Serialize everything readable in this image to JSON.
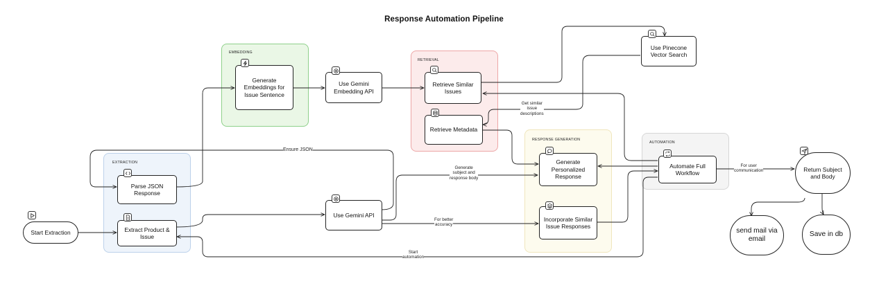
{
  "title": "Response Automation Pipeline",
  "groups": {
    "embedding": "EMBEDDING",
    "retrieval": "RETRIEVAL",
    "extraction": "EXTRACTION",
    "response_generation": "RESPONSE GENERATION",
    "automation": "AUTOMATION"
  },
  "nodes": {
    "start_extraction": "Start Extraction",
    "extract_product": "Extract Product & Issue",
    "parse_json": "Parse JSON Response",
    "generate_embeddings": "Generate Embeddings for Issue Sentence",
    "use_gemini_embedding": "Use Gemini Embedding API",
    "retrieve_similar": "Retrieve Similar Issues",
    "retrieve_metadata": "Retrieve Metadata",
    "pinecone": "Use Pinecone Vector Search",
    "use_gemini_api": "Use Gemini API",
    "generate_personalized": "Generate Personalized Response",
    "incorporate_similar": "Incorporate Similar Issue Responses",
    "automate_workflow": "Automate Full Workflow",
    "return_subject": "Return Subject and Body",
    "send_mail": "send mail via email",
    "save_db": "Save in db"
  },
  "edge_labels": {
    "ensure_json": "Ensure JSON",
    "get_similar_1": "Get similar",
    "get_similar_2": "issue",
    "get_similar_3": "descriptions",
    "gen_subject_1": "Generate",
    "gen_subject_2": "subject and",
    "gen_subject_3": "response body",
    "better_accuracy_1": "For better",
    "better_accuracy_2": "accuracy",
    "user_comm_1": "For user",
    "user_comm_2": "communication",
    "start_auto_1": "Start",
    "start_auto_2": "automation"
  },
  "colors": {
    "embedding": "#6cc26c",
    "retrieval": "#e88a8a",
    "extraction": "#9dbbe0",
    "response_generation": "#ecdca0",
    "automation": "#d2d2d2",
    "edge": "#222222"
  },
  "icons": {
    "start_extraction": "play-icon",
    "extract_product": "document-icon",
    "parse_json": "code-icon",
    "generate_embeddings": "lightning-icon",
    "use_gemini_embedding": "gear-icon",
    "retrieve_similar": "search-icon",
    "retrieve_metadata": "database-icon",
    "pinecone": "search-icon",
    "use_gemini_api": "gear-icon",
    "generate_personalized": "chat-icon",
    "incorporate_similar": "layers-icon",
    "automate_workflow": "repeat-icon",
    "return_subject": "send-icon"
  }
}
